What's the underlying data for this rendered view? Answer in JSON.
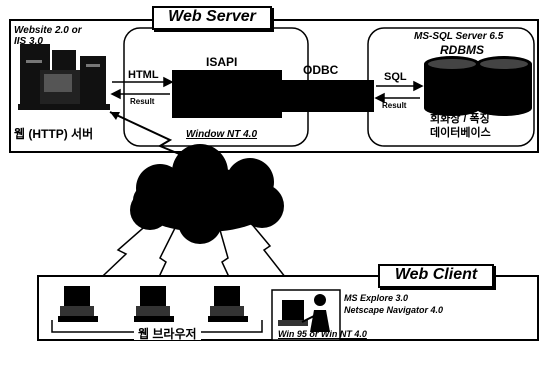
{
  "server": {
    "title": "Web Server",
    "website_line1": "Website 2.0 or",
    "website_line2": "IIS 3.0",
    "web_server_label": "웹 (HTTP) 서버",
    "isapi": "ISAPI",
    "odbc": "ODBC",
    "html_arrow": "HTML",
    "result_left": "Result",
    "sql_arrow": "SQL",
    "result_right": "Result",
    "windows_label": "Window NT 4.0",
    "db_product": "MS-SQL Server 6.5",
    "db_type": "RDBMS",
    "db_desc_line1": "회화상 / 폭징",
    "db_desc_line2": "데이터베이스"
  },
  "client": {
    "title": "Web Client",
    "browser_line1": "MS Explore 3.0",
    "browser_line2": "Netscape Navigator 4.0",
    "browser_label": "웹 브라우저",
    "os_label": "Win 95 or Win NT 4.0"
  },
  "colors": {
    "ink": "#000000",
    "paper": "#ffffff"
  },
  "icons": [
    "server-tower-icon",
    "database-cylinder-icon",
    "internet-cloud-icon",
    "workstation-icon",
    "user-at-computer-icon",
    "lightning-bolt-icon"
  ]
}
